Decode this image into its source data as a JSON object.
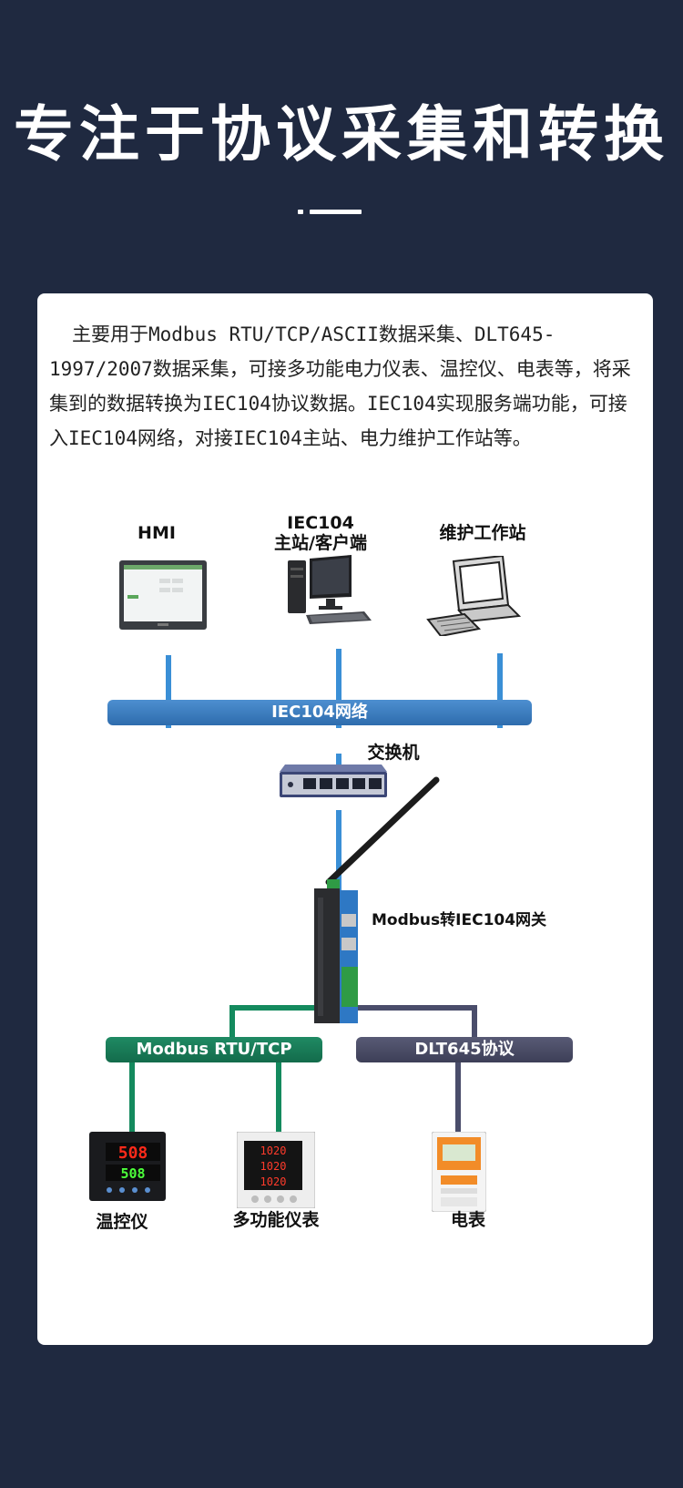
{
  "header": {
    "title": "专注于协议采集和转换"
  },
  "intro": "主要用于Modbus RTU/TCP/ASCII数据采集、DLT645-1997/2007数据采集，可接多功能电力仪表、温控仪、电表等，将采集到的数据转换为IEC104协议数据。IEC104实现服务端功能，可接入IEC104网络，对接IEC104主站、电力维护工作站等。",
  "diagram": {
    "top_devices": [
      {
        "label": "HMI",
        "icon": "hmi-icon"
      },
      {
        "label_line1": "IEC104",
        "label_line2": "主站/客户端",
        "icon": "desktop-computer-icon"
      },
      {
        "label": "维护工作站",
        "icon": "workstation-icon"
      }
    ],
    "network_bar": "IEC104网络",
    "switch_label": "交换机",
    "gateway_label": "Modbus转IEC104网关",
    "left_bus": "Modbus RTU/TCP",
    "right_bus": "DLT645协议",
    "bottom_devices": [
      {
        "label": "温控仪",
        "icon": "temperature-controller-icon",
        "display": [
          "508",
          "508"
        ]
      },
      {
        "label": "多功能仪表",
        "icon": "power-meter-icon",
        "display": [
          "1020",
          "1020",
          "1020"
        ]
      },
      {
        "label": "电表",
        "icon": "electricity-meter-icon"
      }
    ],
    "colors": {
      "ip_network": "#3a8fd6",
      "modbus": "#148a5e",
      "dlt645": "#4a4d6b"
    }
  }
}
